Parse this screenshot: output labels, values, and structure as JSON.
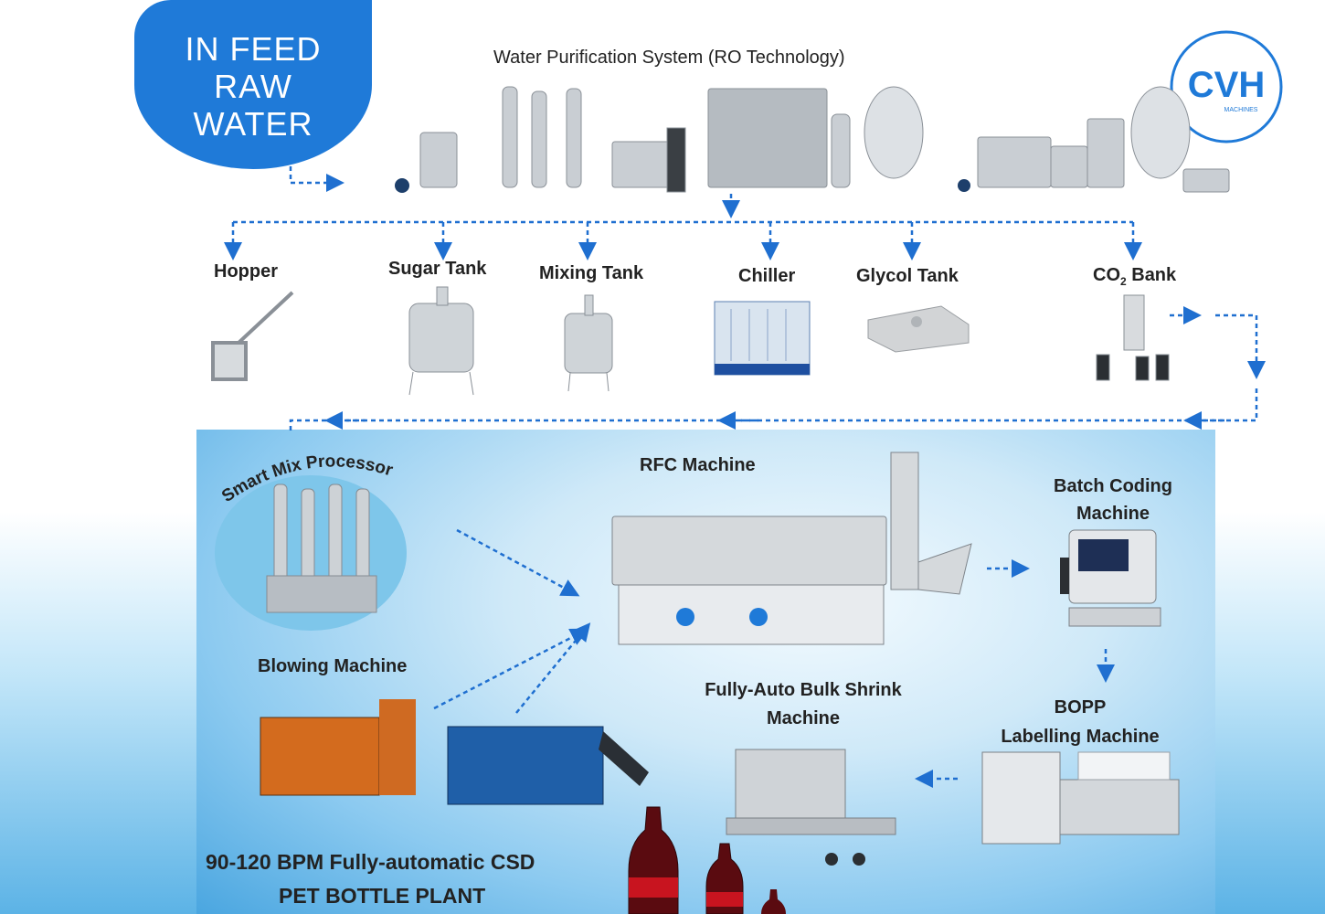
{
  "infeed": {
    "line1": "IN FEED",
    "line2": "RAW",
    "line3": "WATER"
  },
  "purification": {
    "title": "Water Purification System (RO Technology)"
  },
  "logo": {
    "text": "CVH",
    "subtext": "MACHINES",
    "color": "#1f7ad8"
  },
  "stations": {
    "hopper": "Hopper",
    "sugar_tank": "Sugar Tank",
    "mixing_tank": "Mixing Tank",
    "chiller": "Chiller",
    "glycol_tank": "Glycol Tank",
    "co2_bank_prefix": "CO",
    "co2_bank_sub": "2",
    "co2_bank_suffix": " Bank"
  },
  "process": {
    "smart_mix": "Smart Mix Processor",
    "rfc": "RFC Machine",
    "batch_coding_line1": "Batch Coding",
    "batch_coding_line2": "Machine",
    "blowing": "Blowing Machine",
    "shrink_line1": "Fully-Auto Bulk Shrink",
    "shrink_line2": "Machine",
    "bopp_line1": "BOPP",
    "bopp_line2": "Labelling Machine"
  },
  "plant": {
    "line1": "90-120 BPM Fully-automatic CSD",
    "line2": "PET BOTTLE PLANT"
  },
  "colors": {
    "arrow": "#1f6fd0",
    "accent": "#1f7ad8",
    "steel": "#b8bec4"
  }
}
